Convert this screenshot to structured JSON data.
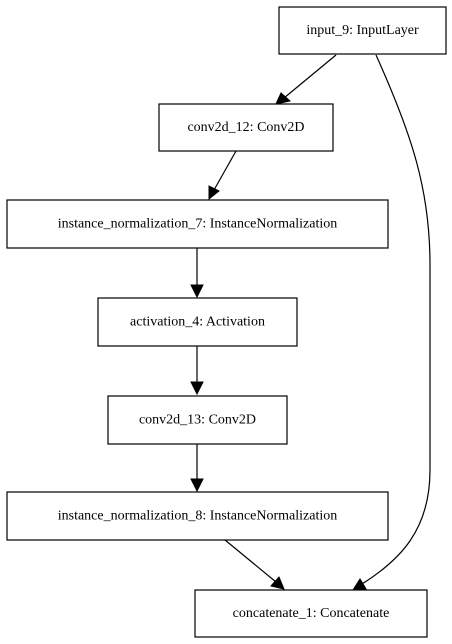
{
  "diagram": {
    "type": "model-graph",
    "nodes": [
      {
        "id": "input_9",
        "label": "input_9: InputLayer"
      },
      {
        "id": "conv2d_12",
        "label": "conv2d_12: Conv2D"
      },
      {
        "id": "instance_normalization_7",
        "label": "instance_normalization_7: InstanceNormalization"
      },
      {
        "id": "activation_4",
        "label": "activation_4: Activation"
      },
      {
        "id": "conv2d_13",
        "label": "conv2d_13: Conv2D"
      },
      {
        "id": "instance_normalization_8",
        "label": "instance_normalization_8: InstanceNormalization"
      },
      {
        "id": "concatenate_1",
        "label": "concatenate_1: Concatenate"
      }
    ],
    "edges": [
      {
        "from": "input_9",
        "to": "conv2d_12"
      },
      {
        "from": "conv2d_12",
        "to": "instance_normalization_7"
      },
      {
        "from": "instance_normalization_7",
        "to": "activation_4"
      },
      {
        "from": "activation_4",
        "to": "conv2d_13"
      },
      {
        "from": "conv2d_13",
        "to": "instance_normalization_8"
      },
      {
        "from": "instance_normalization_8",
        "to": "concatenate_1"
      },
      {
        "from": "input_9",
        "to": "concatenate_1"
      }
    ]
  }
}
